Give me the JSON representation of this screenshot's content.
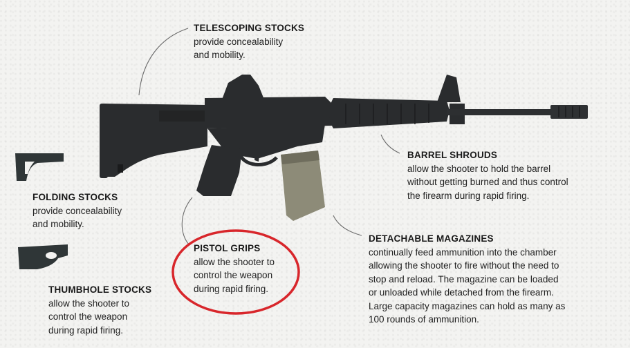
{
  "callouts": {
    "telescoping": {
      "title": "TELESCOPING STOCKS",
      "lines": [
        "provide concealability",
        "and mobility."
      ]
    },
    "barrel": {
      "title": "BARREL SHROUDS",
      "lines": [
        "allow the shooter to hold the barrel",
        "without getting burned and thus control",
        "the firearm during rapid firing."
      ]
    },
    "folding": {
      "title": "FOLDING STOCKS",
      "lines": [
        "provide concealability",
        "and mobility."
      ]
    },
    "magazines": {
      "title": "DETACHABLE MAGAZINES",
      "lines": [
        "continually feed ammunition into the chamber",
        "allowing the shooter to fire without the need to",
        "stop and reload. The magazine can be loaded",
        "or unloaded while detached from the firearm.",
        "Large capacity magazines can hold as many as",
        "100 rounds of ammunition."
      ]
    },
    "pistol": {
      "title": "PISTOL GRIPS",
      "lines": [
        "allow the shooter to",
        "control the weapon",
        "during rapid firing."
      ]
    },
    "thumbhole": {
      "title": "THUMBHOLE STOCKS",
      "lines": [
        "allow the shooter to",
        "control the weapon",
        "during rapid firing."
      ]
    }
  },
  "colors": {
    "highlight_circle": "#d8262b",
    "rifle_body": "#2a2c2e",
    "magazine": "#8d8b78",
    "leader_line": "#6a6a6a"
  },
  "icons": [
    "rifle-illustration",
    "folding-stock-icon",
    "thumbhole-stock-icon"
  ]
}
